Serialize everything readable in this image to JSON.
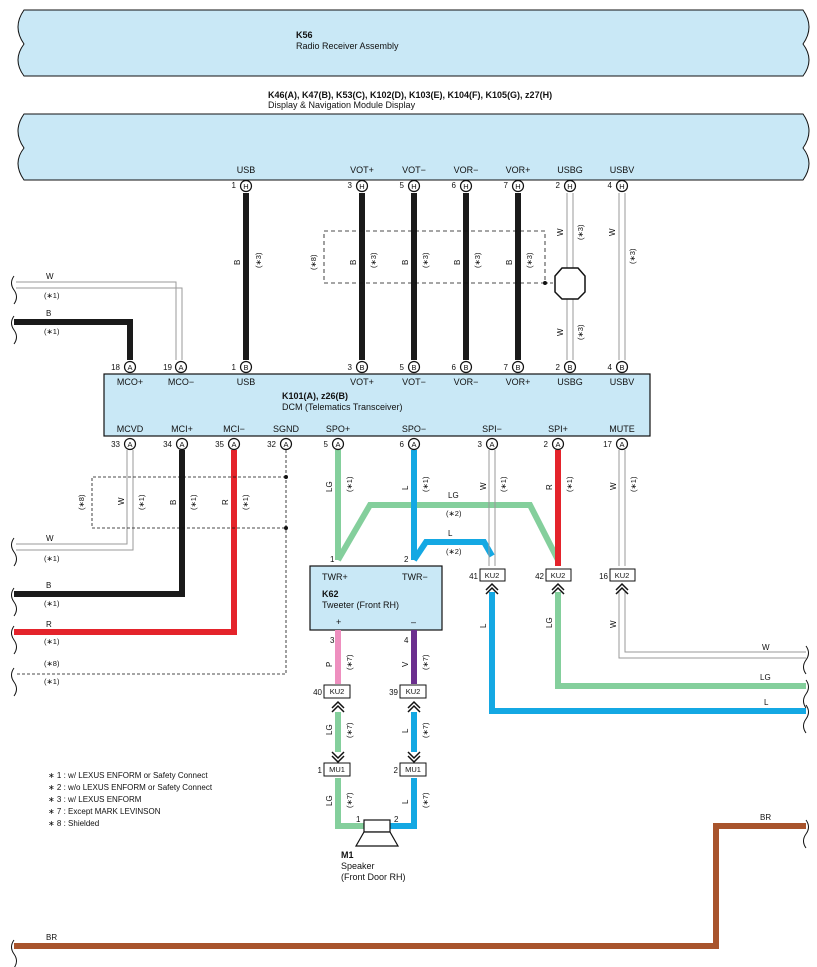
{
  "components": {
    "k56": {
      "code": "K56",
      "name": "Radio Receiver Assembly"
    },
    "display": {
      "code": "K46(A), K47(B), K53(C), K102(D), K103(E), K104(F), K105(G), z27(H)",
      "name": "Display & Navigation Module Display"
    },
    "dcm": {
      "code": "K101(A), z26(B)",
      "name": "DCM (Telematics Transceiver)"
    },
    "k62": {
      "code": "K62",
      "name": "Tweeter (Front RH)",
      "pin_left": "TWR+",
      "pin_right": "TWR−",
      "plus": "+",
      "minus": "–"
    },
    "m1": {
      "code": "M1",
      "name": "Speaker",
      "name2": "(Front Door RH)"
    }
  },
  "display_pins": [
    {
      "label": "USB",
      "num": "1",
      "conn": "H"
    },
    {
      "label": "VOT+",
      "num": "3",
      "conn": "H"
    },
    {
      "label": "VOT−",
      "num": "5",
      "conn": "H"
    },
    {
      "label": "VOR−",
      "num": "6",
      "conn": "H"
    },
    {
      "label": "VOR+",
      "num": "7",
      "conn": "H"
    },
    {
      "label": "USBG",
      "num": "2",
      "conn": "H"
    },
    {
      "label": "USBV",
      "num": "4",
      "conn": "H"
    }
  ],
  "dcm_top_pins": [
    {
      "label": "MCO+",
      "num": "18",
      "conn": "A"
    },
    {
      "label": "MCO−",
      "num": "19",
      "conn": "A"
    },
    {
      "label": "USB",
      "num": "1",
      "conn": "B"
    },
    {
      "label": "VOT+",
      "num": "3",
      "conn": "B"
    },
    {
      "label": "VOT−",
      "num": "5",
      "conn": "B"
    },
    {
      "label": "VOR−",
      "num": "6",
      "conn": "B"
    },
    {
      "label": "VOR+",
      "num": "7",
      "conn": "B"
    },
    {
      "label": "USBG",
      "num": "2",
      "conn": "B"
    },
    {
      "label": "USBV",
      "num": "4",
      "conn": "B"
    }
  ],
  "dcm_bottom_pins": [
    {
      "label": "MCVD",
      "num": "33",
      "conn": "A"
    },
    {
      "label": "MCI+",
      "num": "34",
      "conn": "A"
    },
    {
      "label": "MCI−",
      "num": "35",
      "conn": "A"
    },
    {
      "label": "SGND",
      "num": "32",
      "conn": "A"
    },
    {
      "label": "SPO+",
      "num": "5",
      "conn": "A"
    },
    {
      "label": "SPO−",
      "num": "6",
      "conn": "A"
    },
    {
      "label": "SPI−",
      "num": "3",
      "conn": "A"
    },
    {
      "label": "SPI+",
      "num": "2",
      "conn": "A"
    },
    {
      "label": "MUTE",
      "num": "17",
      "conn": "A"
    }
  ],
  "wire_colors": {
    "B": "B",
    "W": "W",
    "R": "R",
    "LG": "LG",
    "L": "L",
    "P": "P",
    "V": "V",
    "BR": "BR"
  },
  "notes": {
    "n1": "(∗1)",
    "n2": "(∗2)",
    "n3": "(∗3)",
    "n7": "(∗7)",
    "n8": "(∗8)"
  },
  "connectors": {
    "ku2_41": {
      "num": "41",
      "name": "KU2"
    },
    "ku2_42": {
      "num": "42",
      "name": "KU2"
    },
    "ku2_16": {
      "num": "16",
      "name": "KU2"
    },
    "ku2_40": {
      "num": "40",
      "name": "KU2"
    },
    "ku2_39": {
      "num": "39",
      "name": "KU2"
    },
    "mu1_1": {
      "num": "1",
      "name": "MU1"
    },
    "mu1_2": {
      "num": "2",
      "name": "MU1"
    }
  },
  "pin_numbers": {
    "k62_1": "1",
    "k62_2": "2",
    "k62_3": "3",
    "k62_4": "4",
    "m1_1": "1",
    "m1_2": "2"
  },
  "legend": [
    "∗ 1 : w/ LEXUS ENFORM or Safety Connect",
    "∗ 2 : w/o LEXUS ENFORM or Safety Connect",
    "∗ 3 : w/ LEXUS ENFORM",
    "∗ 7 : Except MARK LEVINSON",
    "∗ 8 : Shielded"
  ],
  "colors": {
    "component_fill": "#c9e8f6",
    "black_wire": "#1a1a1a",
    "red_wire": "#e4232b",
    "lightgreen_wire": "#84cf9c",
    "blue_wire": "#14a8e3",
    "pink_wire": "#ee8fbf",
    "violet_wire": "#6b2f8e",
    "brown_wire": "#a8542c",
    "white_wire": "#9a9a9a"
  }
}
